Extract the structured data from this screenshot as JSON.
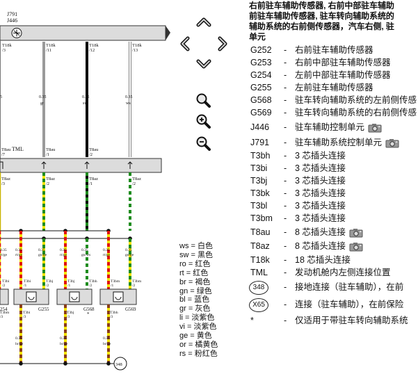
{
  "diagram": {
    "header_line1": "J791",
    "header_line2": "J446",
    "top_connectors": [
      "T18k",
      "T18k",
      "T18k",
      "T18k"
    ],
    "top_pins": [
      "/3",
      "/11",
      "/12",
      "/13"
    ],
    "wire_sizes_top": [
      "5",
      "0.35",
      "0.35",
      "0.35"
    ],
    "wire_colors_top": [
      "",
      "gr",
      "sw",
      "ws"
    ],
    "mid_connectors": [
      "T8au",
      "T8au",
      "T8au"
    ],
    "tml_label": "TML",
    "mid_pins": [
      "/7",
      "/1",
      "/2"
    ],
    "lower_connectors": [
      "T8az",
      "T8az",
      "T8az",
      "T8az"
    ],
    "lower_pins": [
      "/3",
      "/2",
      "/1",
      "/2"
    ],
    "branch_sizes": [
      "0.35",
      "0.35",
      "0.35",
      "0.35",
      "0.35",
      "0.35",
      "0.35"
    ],
    "branch_colors": [
      "rt/ge",
      "gn/ge",
      "rt/ge",
      "gn/ws",
      "rt/ge",
      "gn/ge",
      "rt/ge"
    ],
    "bottom_top_connectors": [
      "T3bi",
      "T3bi",
      "T3bj",
      "T3bj",
      "T3bh",
      "T3bm",
      "T3bm"
    ],
    "bottom_top_pins": [
      "/2",
      "/1",
      "/2",
      "/1",
      "/2",
      "/1",
      "/2"
    ],
    "sensors": [
      "G255",
      "G568",
      "G569"
    ],
    "sensor_left": "254",
    "sensor_mark": "*",
    "bottom_pins": [
      "/3",
      "/3",
      "/3",
      "/3"
    ],
    "bottom_connectors": [
      "T3bi",
      "T3bj",
      "T3bh",
      "T3bm"
    ],
    "bottom_sizes": [
      "0.35",
      "0.35",
      "0.35"
    ],
    "bottom_colors": [
      "br/ge",
      "br/ge",
      "br/ge"
    ],
    "ground_label": "348"
  },
  "color_key": [
    "ws = 白色",
    "sw = 黑色",
    "ro = 红色",
    "rt = 红色",
    "br = 褐色",
    "gn = 绿色",
    "bl = 蓝色",
    "gr = 灰色",
    "li = 淡紫色",
    "vi = 淡紫色",
    "ge = 黄色",
    "or = 橘黄色",
    "rs = 粉红色"
  ],
  "legend": {
    "title_lines": [
      "右前驻车辅助传感器, 右前中部驻车辅助",
      "前驻车辅助传感器, 驻车转向辅助系统的",
      "辅助系统的右前侧传感器，汽车右侧, 驻",
      "单元"
    ],
    "rows": [
      {
        "code": "G252",
        "desc": "右前驻车辅助传感器",
        "camera": false,
        "circle": false
      },
      {
        "code": "G253",
        "desc": "右前中部驻车辅助传感器",
        "camera": false,
        "circle": false
      },
      {
        "code": "G254",
        "desc": "左前中部驻车辅助传感器",
        "camera": false,
        "circle": false
      },
      {
        "code": "G255",
        "desc": "左前驻车辅助传感器",
        "camera": false,
        "circle": false
      },
      {
        "code": "G568",
        "desc": "驻车转向辅助系统的左前侧传感",
        "camera": false,
        "circle": false
      },
      {
        "code": "G569",
        "desc": "驻车转向辅助系统的右前侧传感",
        "camera": false,
        "circle": false
      },
      {
        "code": "J446",
        "desc": "驻车辅助控制单元",
        "camera": true,
        "circle": false
      },
      {
        "code": "J791",
        "desc": "驻车辅助系统控制单元",
        "camera": true,
        "circle": false
      },
      {
        "code": "T3bh",
        "desc": "3 芯插头连接",
        "camera": false,
        "circle": false
      },
      {
        "code": "T3bi",
        "desc": "3 芯插头连接",
        "camera": false,
        "circle": false
      },
      {
        "code": "T3bj",
        "desc": "3 芯插头连接",
        "camera": false,
        "circle": false
      },
      {
        "code": "T3bk",
        "desc": "3 芯插头连接",
        "camera": false,
        "circle": false
      },
      {
        "code": "T3bl",
        "desc": "3 芯插头连接",
        "camera": false,
        "circle": false
      },
      {
        "code": "T3bm",
        "desc": "3 芯插头连接",
        "camera": false,
        "circle": false
      },
      {
        "code": "T8au",
        "desc": "8 芯插头连接",
        "camera": true,
        "circle": false
      },
      {
        "code": "T8az",
        "desc": "8 芯插头连接",
        "camera": true,
        "circle": false
      },
      {
        "code": "T18k",
        "desc": "18 芯插头连接",
        "camera": false,
        "circle": false
      },
      {
        "code": "TML",
        "desc": "发动机舱内左侧连接位置",
        "camera": false,
        "circle": false
      },
      {
        "code": "348",
        "desc": "接地连接（驻车辅助），在前",
        "camera": false,
        "circle": true
      },
      {
        "code": "X65",
        "desc": "连接（驻车辅助），在前保险",
        "camera": false,
        "circle": true
      },
      {
        "code": "*",
        "desc": "仅适用于带驻车转向辅助系统",
        "camera": false,
        "circle": false
      }
    ],
    "dash": "-"
  }
}
